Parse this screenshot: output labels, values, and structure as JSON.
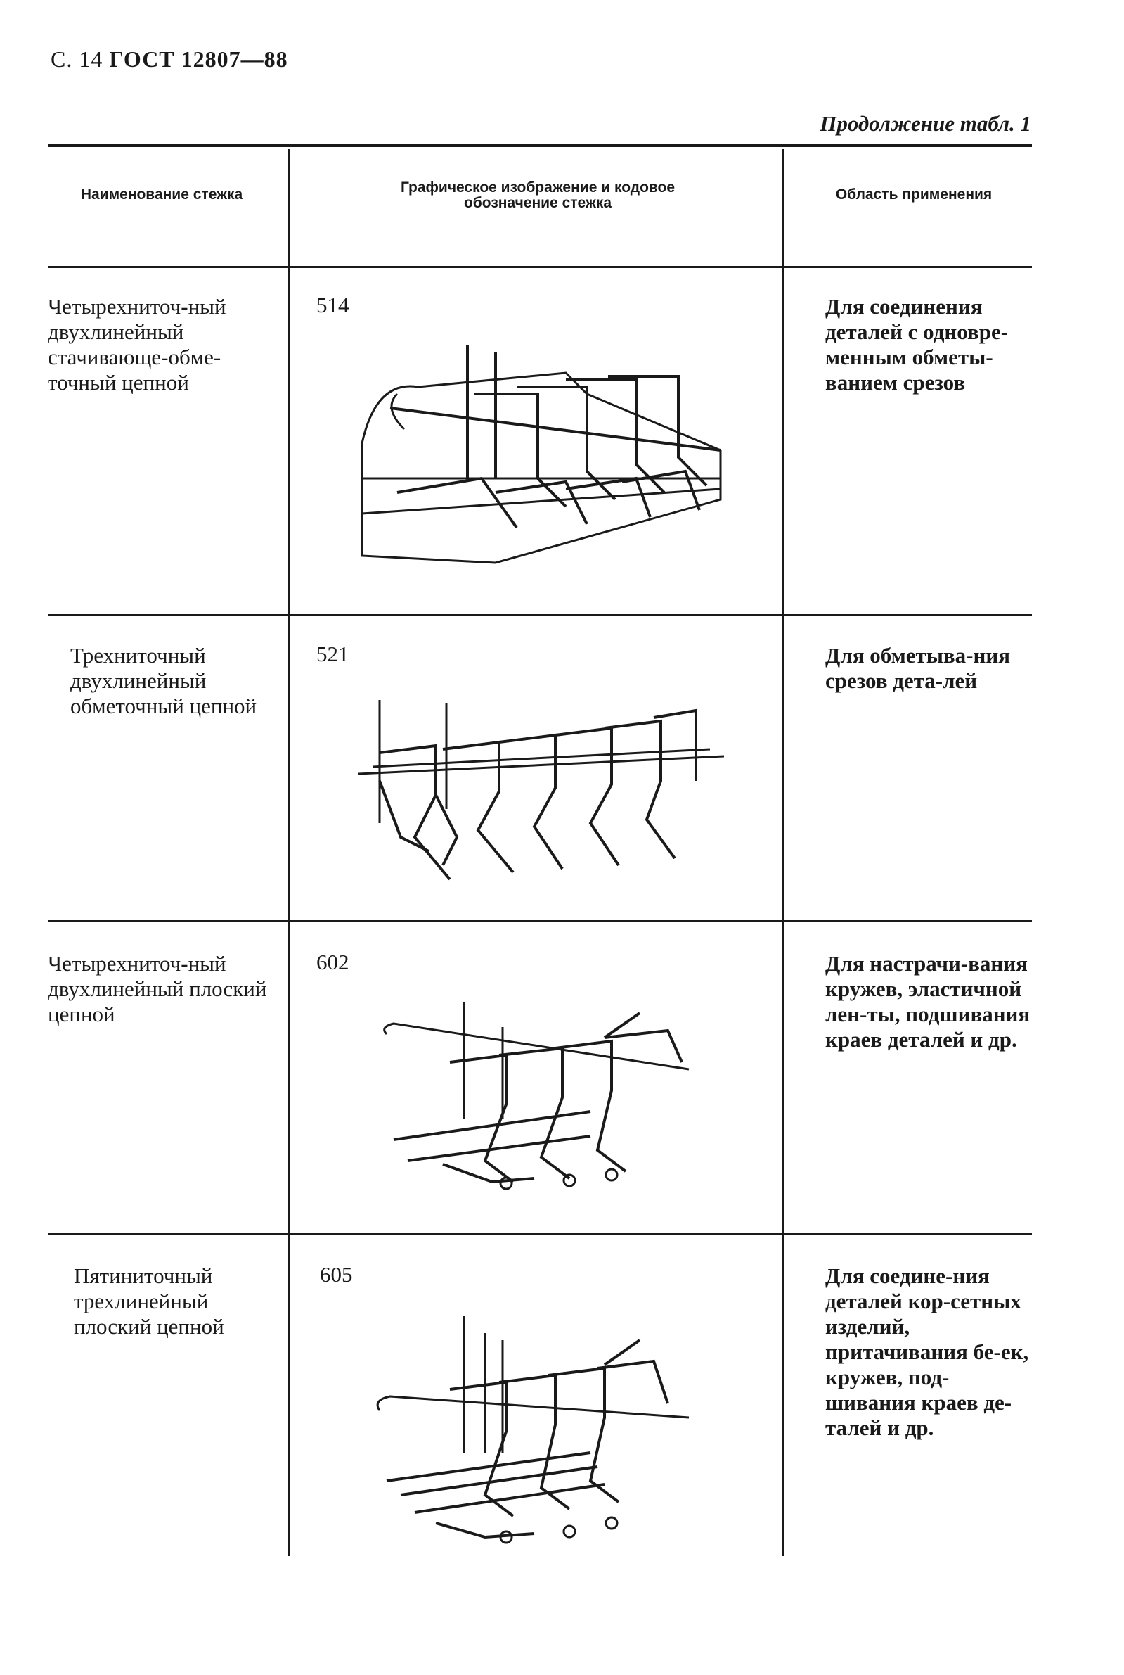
{
  "header": {
    "page": "С. 14",
    "standard": "ГОСТ 12807—88"
  },
  "continuation": "Продолжение табл. 1",
  "table": {
    "columns": [
      "Наименование стежка",
      "Графическое изображение и кодовое обозначение стежка",
      "Область применения"
    ],
    "rows": [
      {
        "name": "Четырехниточ-ный двухлинейный стачивающе-обме-точный цепной",
        "code": "514",
        "use": "Для соединения деталей с одновре-менным обметы-ванием срезов",
        "icon": "stitch-514-diagram"
      },
      {
        "name": "Трехниточный двухлинейный обметочный цепной",
        "code": "521",
        "use": "Для обметыва-ния срезов дета-лей",
        "icon": "stitch-521-diagram"
      },
      {
        "name": "Четырехниточ-ный двухлинейный плоский цепной",
        "code": "602",
        "use": "Для настрачи-вания кружев, эластичной лен-ты, подшивания краев деталей и др.",
        "icon": "stitch-602-diagram"
      },
      {
        "name": "Пятиниточный трехлинейный плоский цепной",
        "code": "605",
        "use": "Для соедине-ния деталей кор-сетных изделий, притачивания бе-ек, кружев, под-шивания краев де-талей и др.",
        "icon": "stitch-605-diagram"
      }
    ]
  }
}
